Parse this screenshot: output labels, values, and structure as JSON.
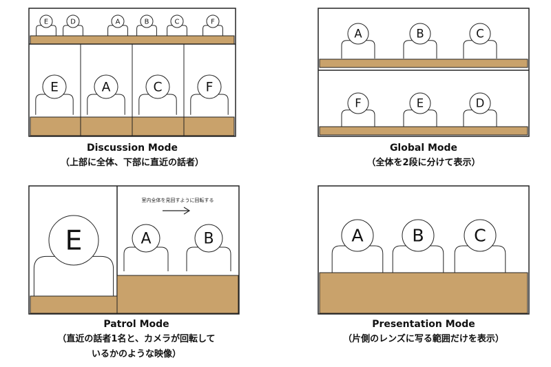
{
  "colors": {
    "table": "#c9a26b",
    "line": "#222222",
    "bg": "#ffffff"
  },
  "discussion": {
    "title": "Discussion Mode",
    "subtitle": "（上部に全体、下部に直近の話者）",
    "top_labels": [
      "E",
      "D",
      "A",
      "B",
      "C",
      "F"
    ],
    "bottom_labels": [
      "E",
      "A",
      "C",
      "F"
    ]
  },
  "global": {
    "title": "Global Mode",
    "subtitle": "（全体を2段に分けて表示）",
    "row1_labels": [
      "A",
      "B",
      "C"
    ],
    "row2_labels": [
      "F",
      "E",
      "D"
    ]
  },
  "patrol": {
    "title": "Patrol Mode",
    "subtitle_line1": "（直近の話者1名と、カメラが回転して",
    "subtitle_line2": "いるかのような映像）",
    "speaker_label": "E",
    "pan_labels": [
      "A",
      "B"
    ],
    "pan_note": "室内全体を見回すように回転する",
    "arrow_icon": "right-arrow-icon"
  },
  "presentation": {
    "title": "Presentation Mode",
    "subtitle": "（片側のレンズに写る範囲だけを表示）",
    "labels": [
      "A",
      "B",
      "C"
    ]
  }
}
